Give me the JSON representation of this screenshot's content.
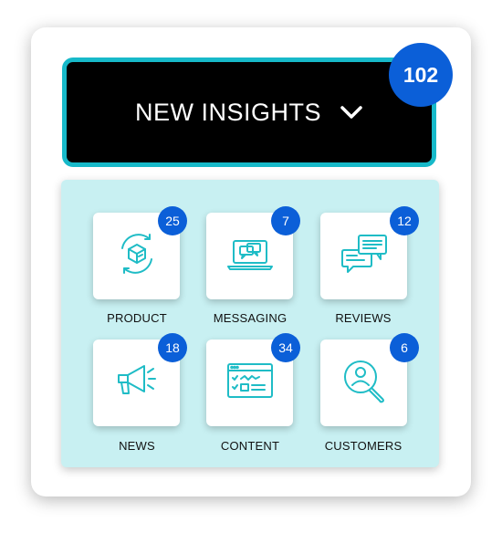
{
  "header": {
    "title": "NEW INSIGHTS",
    "total_count": "102",
    "icon": "chevron-down-icon"
  },
  "colors": {
    "accent": "#17b9c9",
    "badge": "#0b5fd8",
    "panel_bg": "#c8f0f2",
    "icon_stroke": "#1fbcc6"
  },
  "categories": [
    {
      "label": "PRODUCT",
      "count": "25",
      "icon": "product-cycle-icon"
    },
    {
      "label": "MESSAGING",
      "count": "7",
      "icon": "laptop-chat-icon"
    },
    {
      "label": "REVIEWS",
      "count": "12",
      "icon": "chat-bubbles-icon"
    },
    {
      "label": "NEWS",
      "count": "18",
      "icon": "megaphone-icon"
    },
    {
      "label": "CONTENT",
      "count": "34",
      "icon": "browser-content-icon"
    },
    {
      "label": "CUSTOMERS",
      "count": "6",
      "icon": "user-search-icon"
    }
  ]
}
